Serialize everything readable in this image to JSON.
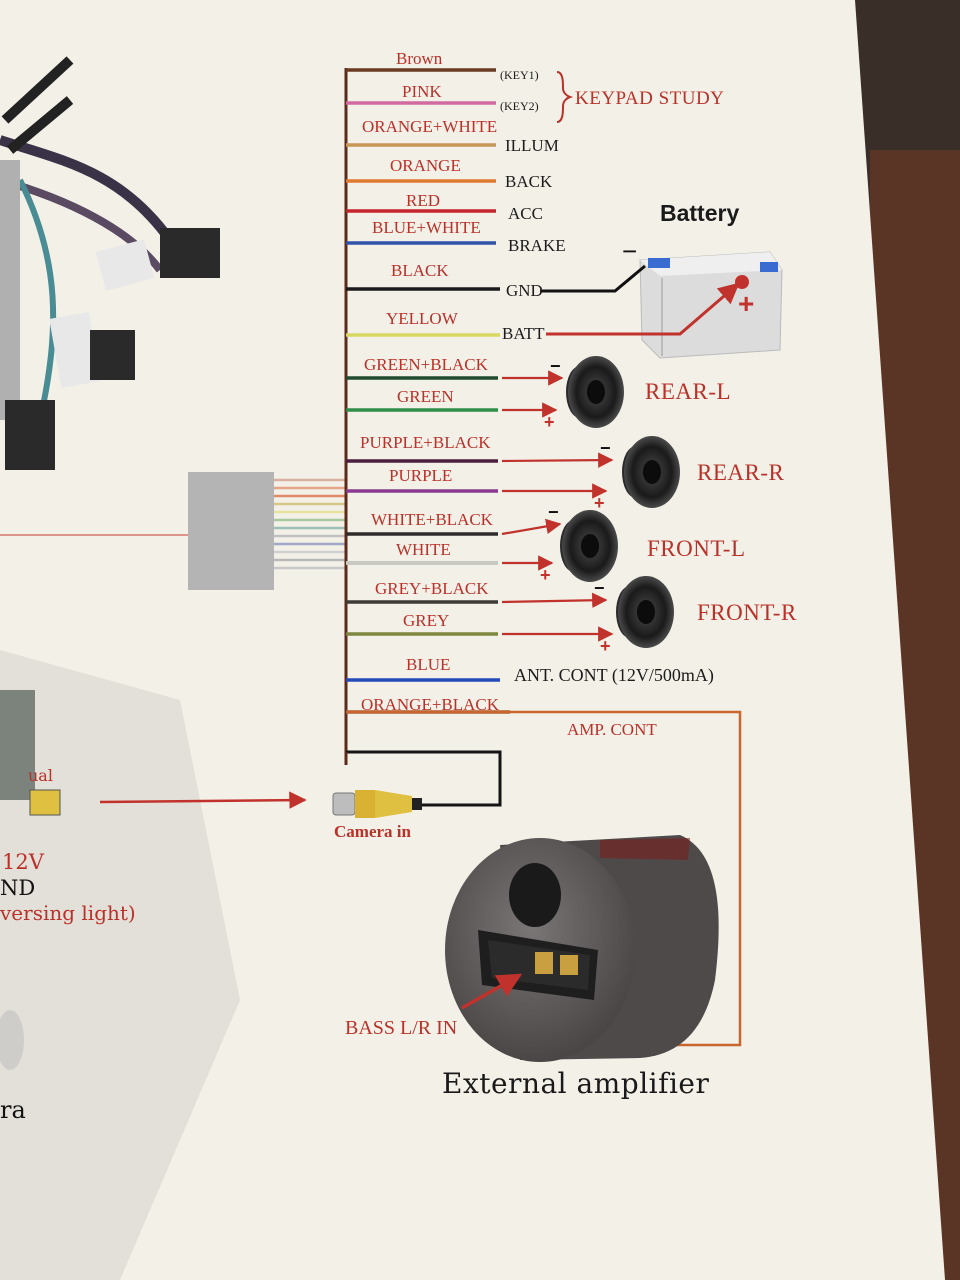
{
  "colors": {
    "paper": "#f3f0e8",
    "label_red": "#b8322a",
    "arrow_red": "#c0322b",
    "trunk_brown": "#5a2a1a",
    "amp_orange": "#c8662e"
  },
  "wires": [
    {
      "label": "Brown",
      "color": "#6b3a22",
      "func": "(KEY1)"
    },
    {
      "label": "PINK",
      "color": "#d16aa0",
      "func": "(KEY2)"
    },
    {
      "label": "ORANGE+WHITE",
      "color": "#c89656",
      "func": "ILLUM"
    },
    {
      "label": "ORANGE",
      "color": "#e07a30",
      "func": "BACK"
    },
    {
      "label": "RED",
      "color": "#c5262b",
      "func": "ACC"
    },
    {
      "label": "BLUE+WHITE",
      "color": "#3252a8",
      "func": "BRAKE"
    },
    {
      "label": "BLACK",
      "color": "#1b1b1b",
      "func": "GND"
    },
    {
      "label": "YELLOW",
      "color": "#d7d762",
      "func": "BATT"
    },
    {
      "label": "GREEN+BLACK",
      "color": "#1f4b2e",
      "func": ""
    },
    {
      "label": "GREEN",
      "color": "#2f8e4a",
      "func": ""
    },
    {
      "label": "PURPLE+BLACK",
      "color": "#4a1f3f",
      "func": ""
    },
    {
      "label": "PURPLE",
      "color": "#8a3a8e",
      "func": ""
    },
    {
      "label": "WHITE+BLACK",
      "color": "#2e2a2a",
      "func": ""
    },
    {
      "label": "WHITE",
      "color": "#dcdcd8",
      "func": ""
    },
    {
      "label": "GREY+BLACK",
      "color": "#3e3a38",
      "func": ""
    },
    {
      "label": "GREY",
      "color": "#7d8740",
      "func": ""
    },
    {
      "label": "BLUE",
      "color": "#2449b8",
      "func": "ANT. CONT (12V/500mA)"
    },
    {
      "label": "ORANGE+BLACK",
      "color": "#a8582c",
      "func": ""
    }
  ],
  "keypad_label": "KEYPAD STUDY",
  "battery": {
    "title": "Battery",
    "minus": "−",
    "plus": "+"
  },
  "speakers": [
    {
      "name": "REAR-L"
    },
    {
      "name": "REAR-R"
    },
    {
      "name": "FRONT-L"
    },
    {
      "name": "FRONT-R"
    }
  ],
  "amp_cont": "AMP. CONT",
  "camera_in": "Camera in",
  "bass_in": "BASS L/R IN",
  "external_amp": "External amplifier",
  "left_fragments": {
    "ual": "ual",
    "v12": "12V",
    "nd": "ND",
    "reversing": "versing light)",
    "ra": "ra"
  }
}
